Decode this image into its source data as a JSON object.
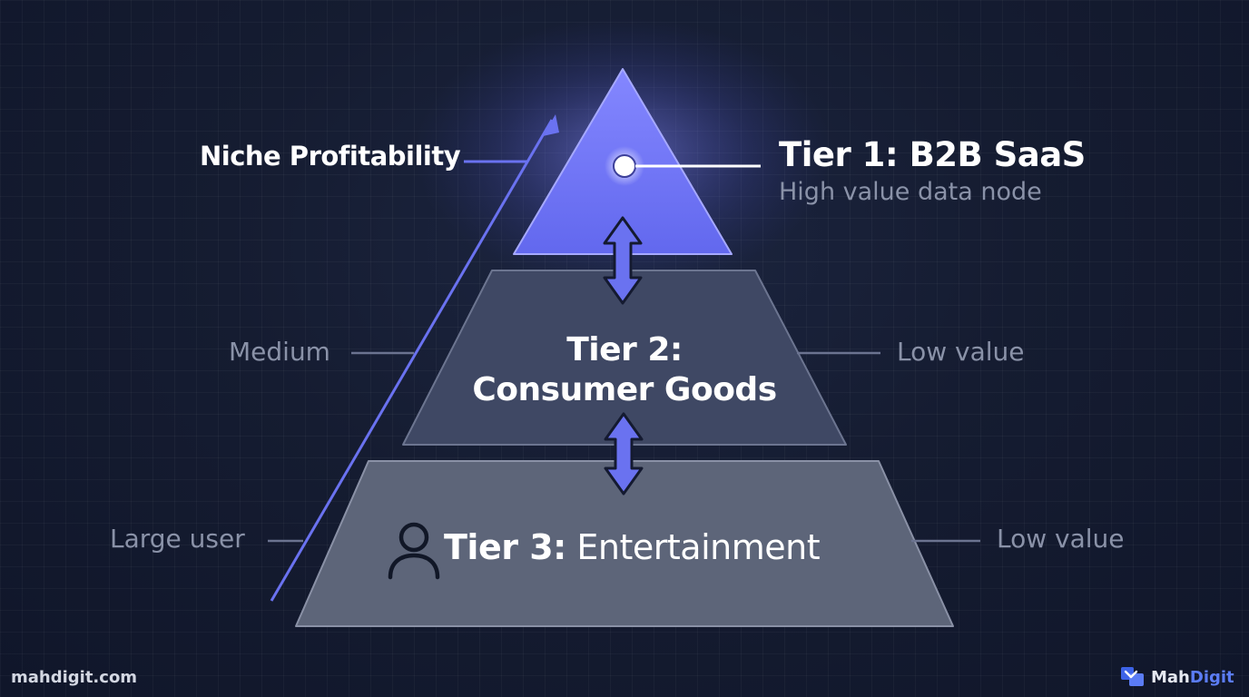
{
  "diagram": {
    "axis_label": "Niche Profitability",
    "tiers": [
      {
        "title": "Tier 1: B2B SaaS",
        "subtitle": "High value data node"
      },
      {
        "title_line1": "Tier 2:",
        "title_line2": "Consumer Goods",
        "left_label": "Medium",
        "right_label": "Low value"
      },
      {
        "title_bold": "Tier 3:",
        "title_rest": " Entertainment",
        "left_label": "Large user",
        "right_label": "Low value"
      }
    ]
  },
  "footer": {
    "url": "mahdigit.com",
    "brand_part1": "Mah",
    "brand_part2": "Digit"
  },
  "colors": {
    "accent": "#6a72f0",
    "tier1_fill": "#6d74f2",
    "tier2_fill": "#3f4864",
    "tier3_fill": "#5c647b",
    "background": "#131a2e"
  }
}
